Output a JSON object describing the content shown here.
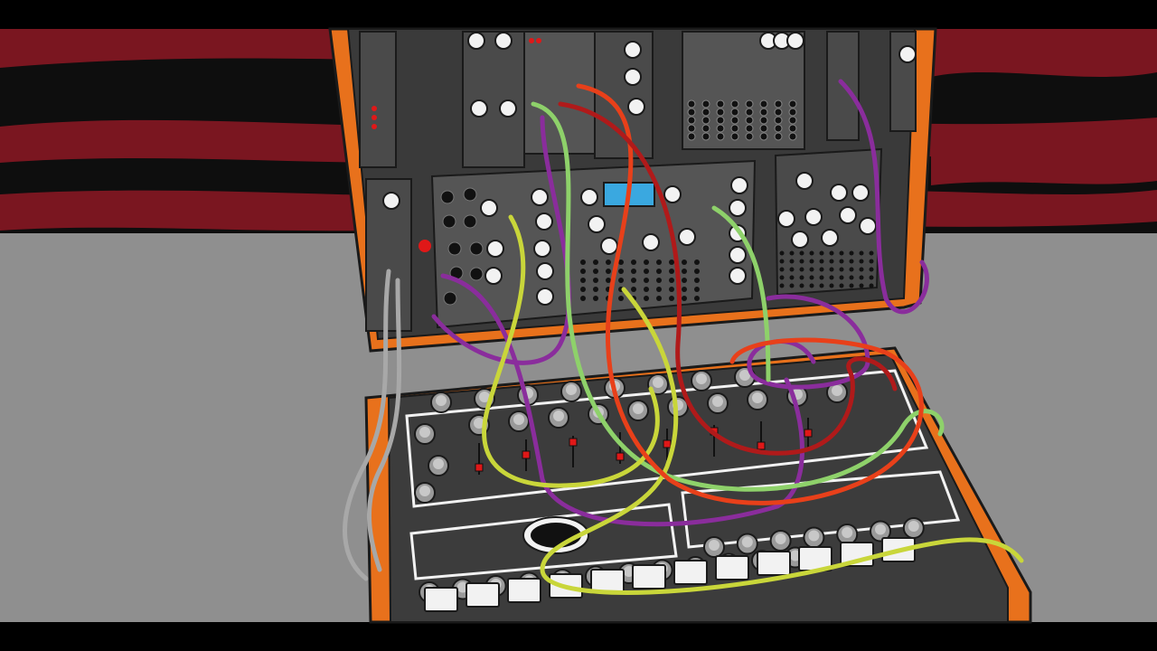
{
  "scene": {
    "subject": "modular-synthesizer-illustration",
    "style": "cartoon"
  },
  "palette": {
    "letterbox": "#000000",
    "wall_red": "#7a1620",
    "wall_black": "#0e0e0e",
    "floor": "#8f8f8f",
    "case_orange": "#e8711c",
    "panel_gray": "#4a4a4a",
    "panel_dark": "#333333",
    "knob_white": "#f2f2f2",
    "knob_gray": "#9a9a9a",
    "jack_black": "#111111",
    "led_red": "#e01818",
    "screen_blue": "#3aa8e0",
    "cable_red": "#e8401a",
    "cable_darkred": "#b01a1a",
    "cable_purple": "#8a2d9c",
    "cable_green": "#8ed16a",
    "cable_yellow": "#c9d63a",
    "cable_gray": "#a8a8a8"
  },
  "cables": [
    {
      "color": "cable_red",
      "name": "patch-cable-red"
    },
    {
      "color": "cable_darkred",
      "name": "patch-cable-darkred"
    },
    {
      "color": "cable_purple",
      "name": "patch-cable-purple"
    },
    {
      "color": "cable_green",
      "name": "patch-cable-green"
    },
    {
      "color": "cable_yellow",
      "name": "patch-cable-yellow"
    },
    {
      "color": "cable_gray",
      "name": "patch-cable-gray"
    }
  ],
  "sequencer": {
    "knob_rows": 4,
    "step_buttons": 12,
    "faders": 8
  }
}
